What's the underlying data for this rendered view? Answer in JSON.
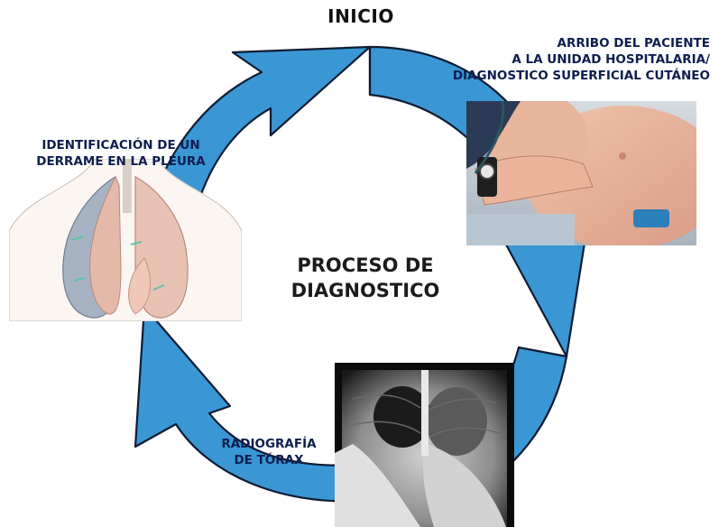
{
  "title": "INICIO",
  "center": {
    "line1": "PROCESO DE",
    "line2": "DIAGNOSTICO"
  },
  "steps": {
    "arrival": {
      "line1": "ARRIBO DEL PACIENTE",
      "line2": "A LA UNIDAD HOSPITALARIA/",
      "line3": "DIAGNOSTICO SUPERFICIAL CUTÁNEO"
    },
    "pleura": {
      "line1": "IDENTIFICACIÓN DE UN",
      "line2": "DERRAME EN LA PLEURA"
    },
    "xray": {
      "line1": "RADIOGRAFÍA",
      "line2": "DE TÓRAX"
    }
  },
  "colors": {
    "arrow_fill": "#3a97d4",
    "arrow_stroke": "#0f1b33",
    "label_text": "#0d1e4f",
    "background": "#ffffff"
  },
  "icons": {
    "cycle_arrows": "circular-cycle-arrows",
    "photo": "patient-examination-photo",
    "lung": "lung-illustration",
    "xray": "chest-xray-image"
  }
}
